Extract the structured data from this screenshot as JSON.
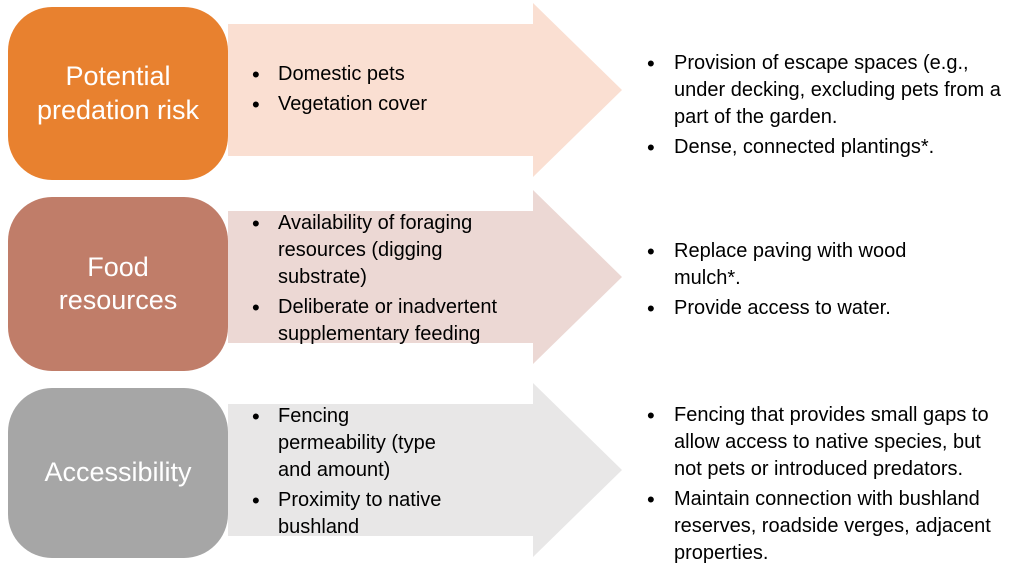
{
  "diagram": {
    "background_color": "#FFFFFF",
    "label_text_color": "#FFFFFF",
    "body_text_color": "#000000",
    "rows": [
      {
        "label": "Potential predation risk",
        "box_color": "#E8812F",
        "arrow_color": "#FADFD2",
        "factors": [
          "Domestic pets",
          "Vegetation cover"
        ],
        "actions": [
          "Provision of escape spaces (e.g., under decking, excluding pets from a part of the garden.",
          "Dense, connected plantings*."
        ]
      },
      {
        "label": "Food resources",
        "box_color": "#C07D69",
        "arrow_color": "#ECD8D4",
        "factors": [
          "Availability of foraging resources (digging substrate)",
          "Deliberate or inadvertent supplementary feeding"
        ],
        "actions": [
          "Replace paving with wood mulch*.",
          "Provide access to water."
        ]
      },
      {
        "label": "Accessibility",
        "box_color": "#A6A6A6",
        "arrow_color": "#E8E7E7",
        "factors": [
          "Fencing permeability (type and amount)",
          "Proximity to native bushland"
        ],
        "actions": [
          "Fencing that provides small gaps to allow access to native species, but not pets or introduced predators.",
          "Maintain connection with bushland reserves, roadside verges, adjacent properties."
        ]
      }
    ]
  }
}
